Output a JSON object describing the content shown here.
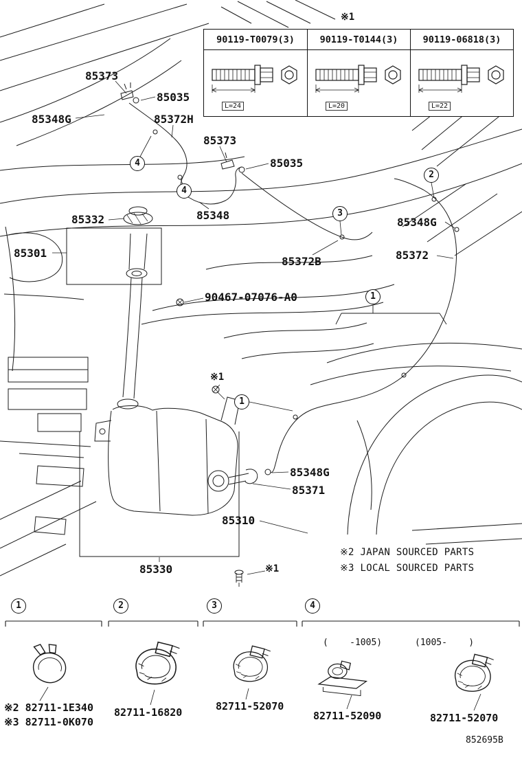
{
  "page": {
    "doc_number": "852695B",
    "ref_mark_1": "※1",
    "notes": {
      "japan": "※2 JAPAN SOURCED PARTS",
      "local": "※3 LOCAL SOURCED PARTS"
    }
  },
  "bolt_table": {
    "columns": [
      {
        "part": "90119-T0079(3)",
        "length": "L=24"
      },
      {
        "part": "90119-T0144(3)",
        "length": "L=20"
      },
      {
        "part": "90119-06818(3)",
        "length": "L=22"
      }
    ]
  },
  "callouts": {
    "n1": "1",
    "n2": "2",
    "n3": "3",
    "n4": "4"
  },
  "labels": {
    "nozzle_left": "85373",
    "joint_left": "85035",
    "grommet_left": "85348G",
    "hose_h": "85372H",
    "nozzle_mid": "85373",
    "joint_mid": "85035",
    "hose_center": "85348",
    "filler_cap": "85332",
    "filler_inlet": "85301",
    "grommet_right": "85348G",
    "hose_b": "85372B",
    "hose_right": "85372",
    "grommet_90467": "90467-07076-A0",
    "grommet_pump": "85348G",
    "pump": "85371",
    "jar_assy": "85310",
    "jar": "85330"
  },
  "legend": {
    "groups": [
      {
        "num": "1",
        "lines": [
          "※2 82711-1E340",
          "※3 82711-0K070"
        ]
      },
      {
        "num": "2",
        "lines": [
          "82711-16820"
        ]
      },
      {
        "num": "3",
        "lines": [
          "82711-52070"
        ]
      },
      {
        "num": "4",
        "ranges": [
          "(    -1005)",
          "(1005-    )"
        ],
        "lines": [
          "82711-52090",
          "82711-52070"
        ]
      }
    ]
  }
}
